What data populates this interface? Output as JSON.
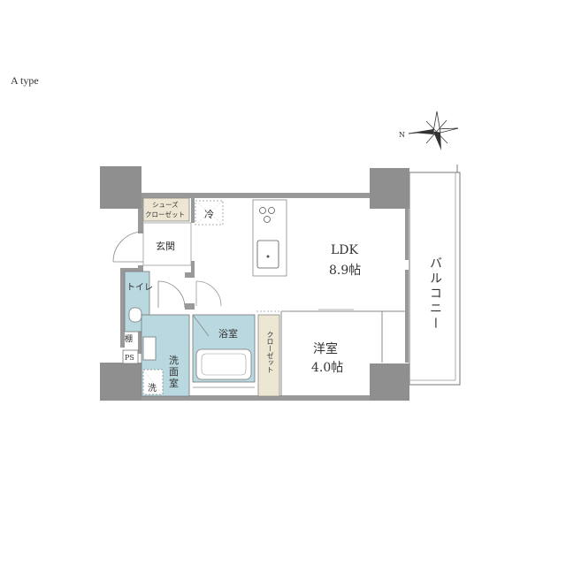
{
  "type_label": "A type",
  "compass": {
    "north_label": "N"
  },
  "rooms": {
    "ldk_name": "LDK",
    "ldk_size": "8.9帖",
    "western_name": "洋室",
    "western_size": "4.0帖",
    "balcony": "バルコニー",
    "entrance": "玄関",
    "toilet": "トイレ",
    "bath": "浴室",
    "washroom": "洗面室",
    "closet": "クローゼット",
    "shoe_closet_line1": "シューズ",
    "shoe_closet_line2": "クローゼット",
    "fridge": "冷",
    "shelf": "棚",
    "ps": "PS",
    "washer": "洗"
  },
  "colors": {
    "wall": "#999999",
    "wall_dark": "#8a8a8a",
    "wet_area": "#b9d8df",
    "storage": "#ede6d2",
    "line": "#666666"
  }
}
